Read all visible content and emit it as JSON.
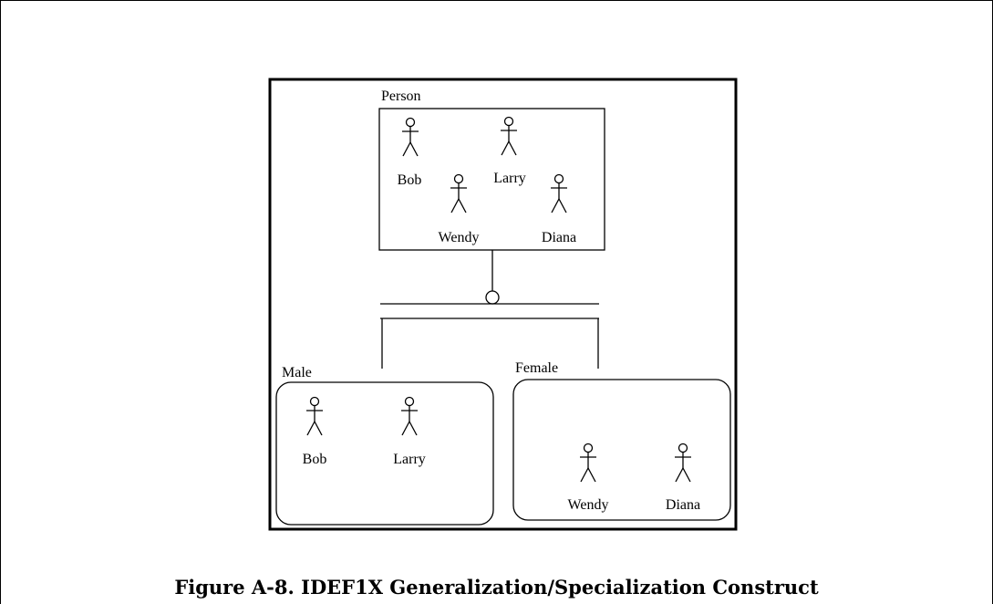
{
  "diagram": {
    "person_label": "Person",
    "male_label": "Male",
    "female_label": "Female",
    "names": {
      "person_bob": "Bob",
      "person_larry": "Larry",
      "person_wendy": "Wendy",
      "person_diana": "Diana",
      "male_bob": "Bob",
      "male_larry": "Larry",
      "female_wendy": "Wendy",
      "female_diana": "Diana"
    }
  },
  "caption": "Figure A-8.  IDEF1X Generalization/Specialization Construct"
}
